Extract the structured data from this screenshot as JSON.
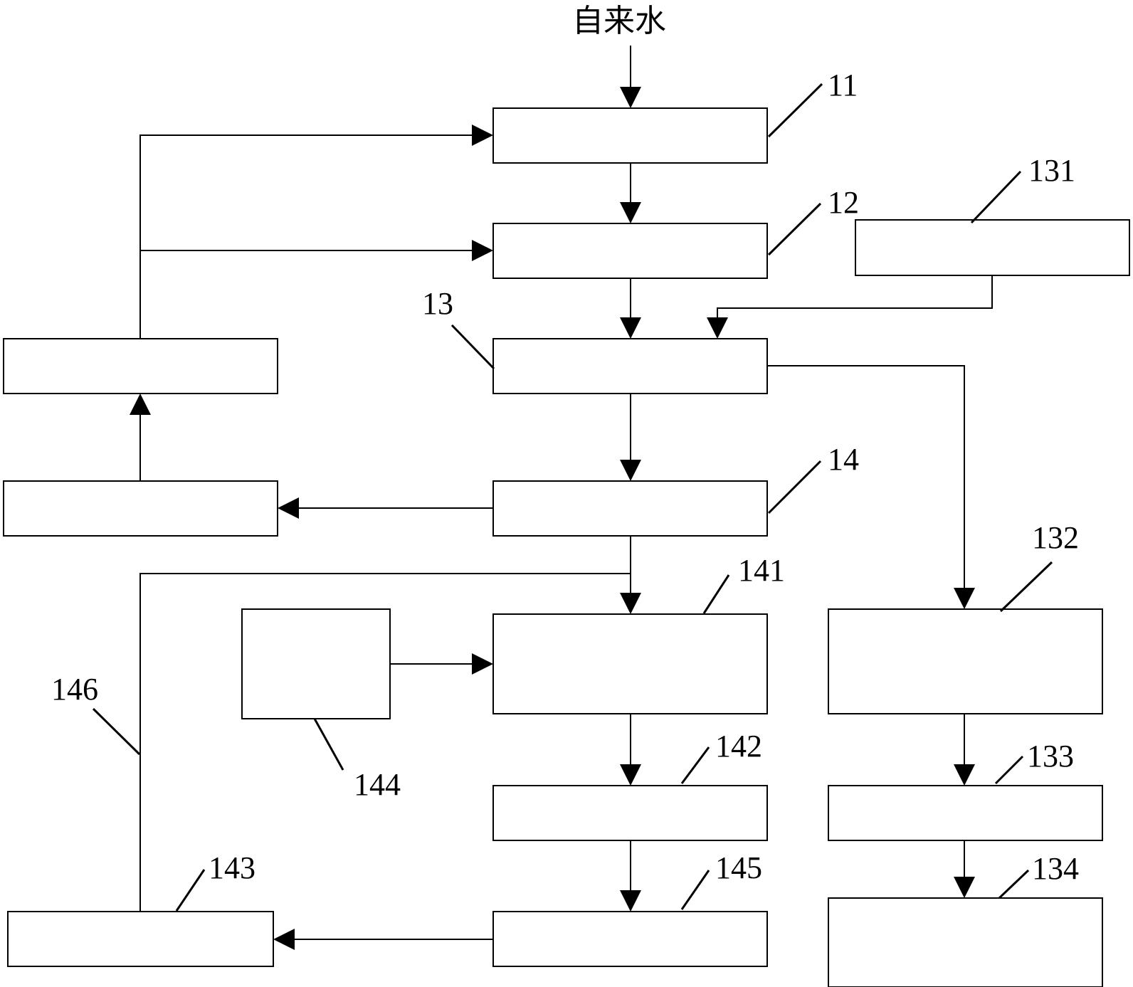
{
  "input_label": "自来水",
  "refs": {
    "r11": "11",
    "r12": "12",
    "r13": "13",
    "r14": "14",
    "r131": "131",
    "r132": "132",
    "r133": "133",
    "r134": "134",
    "r141": "141",
    "r142": "142",
    "r143": "143",
    "r144": "144",
    "r145": "145",
    "r146": "146"
  }
}
